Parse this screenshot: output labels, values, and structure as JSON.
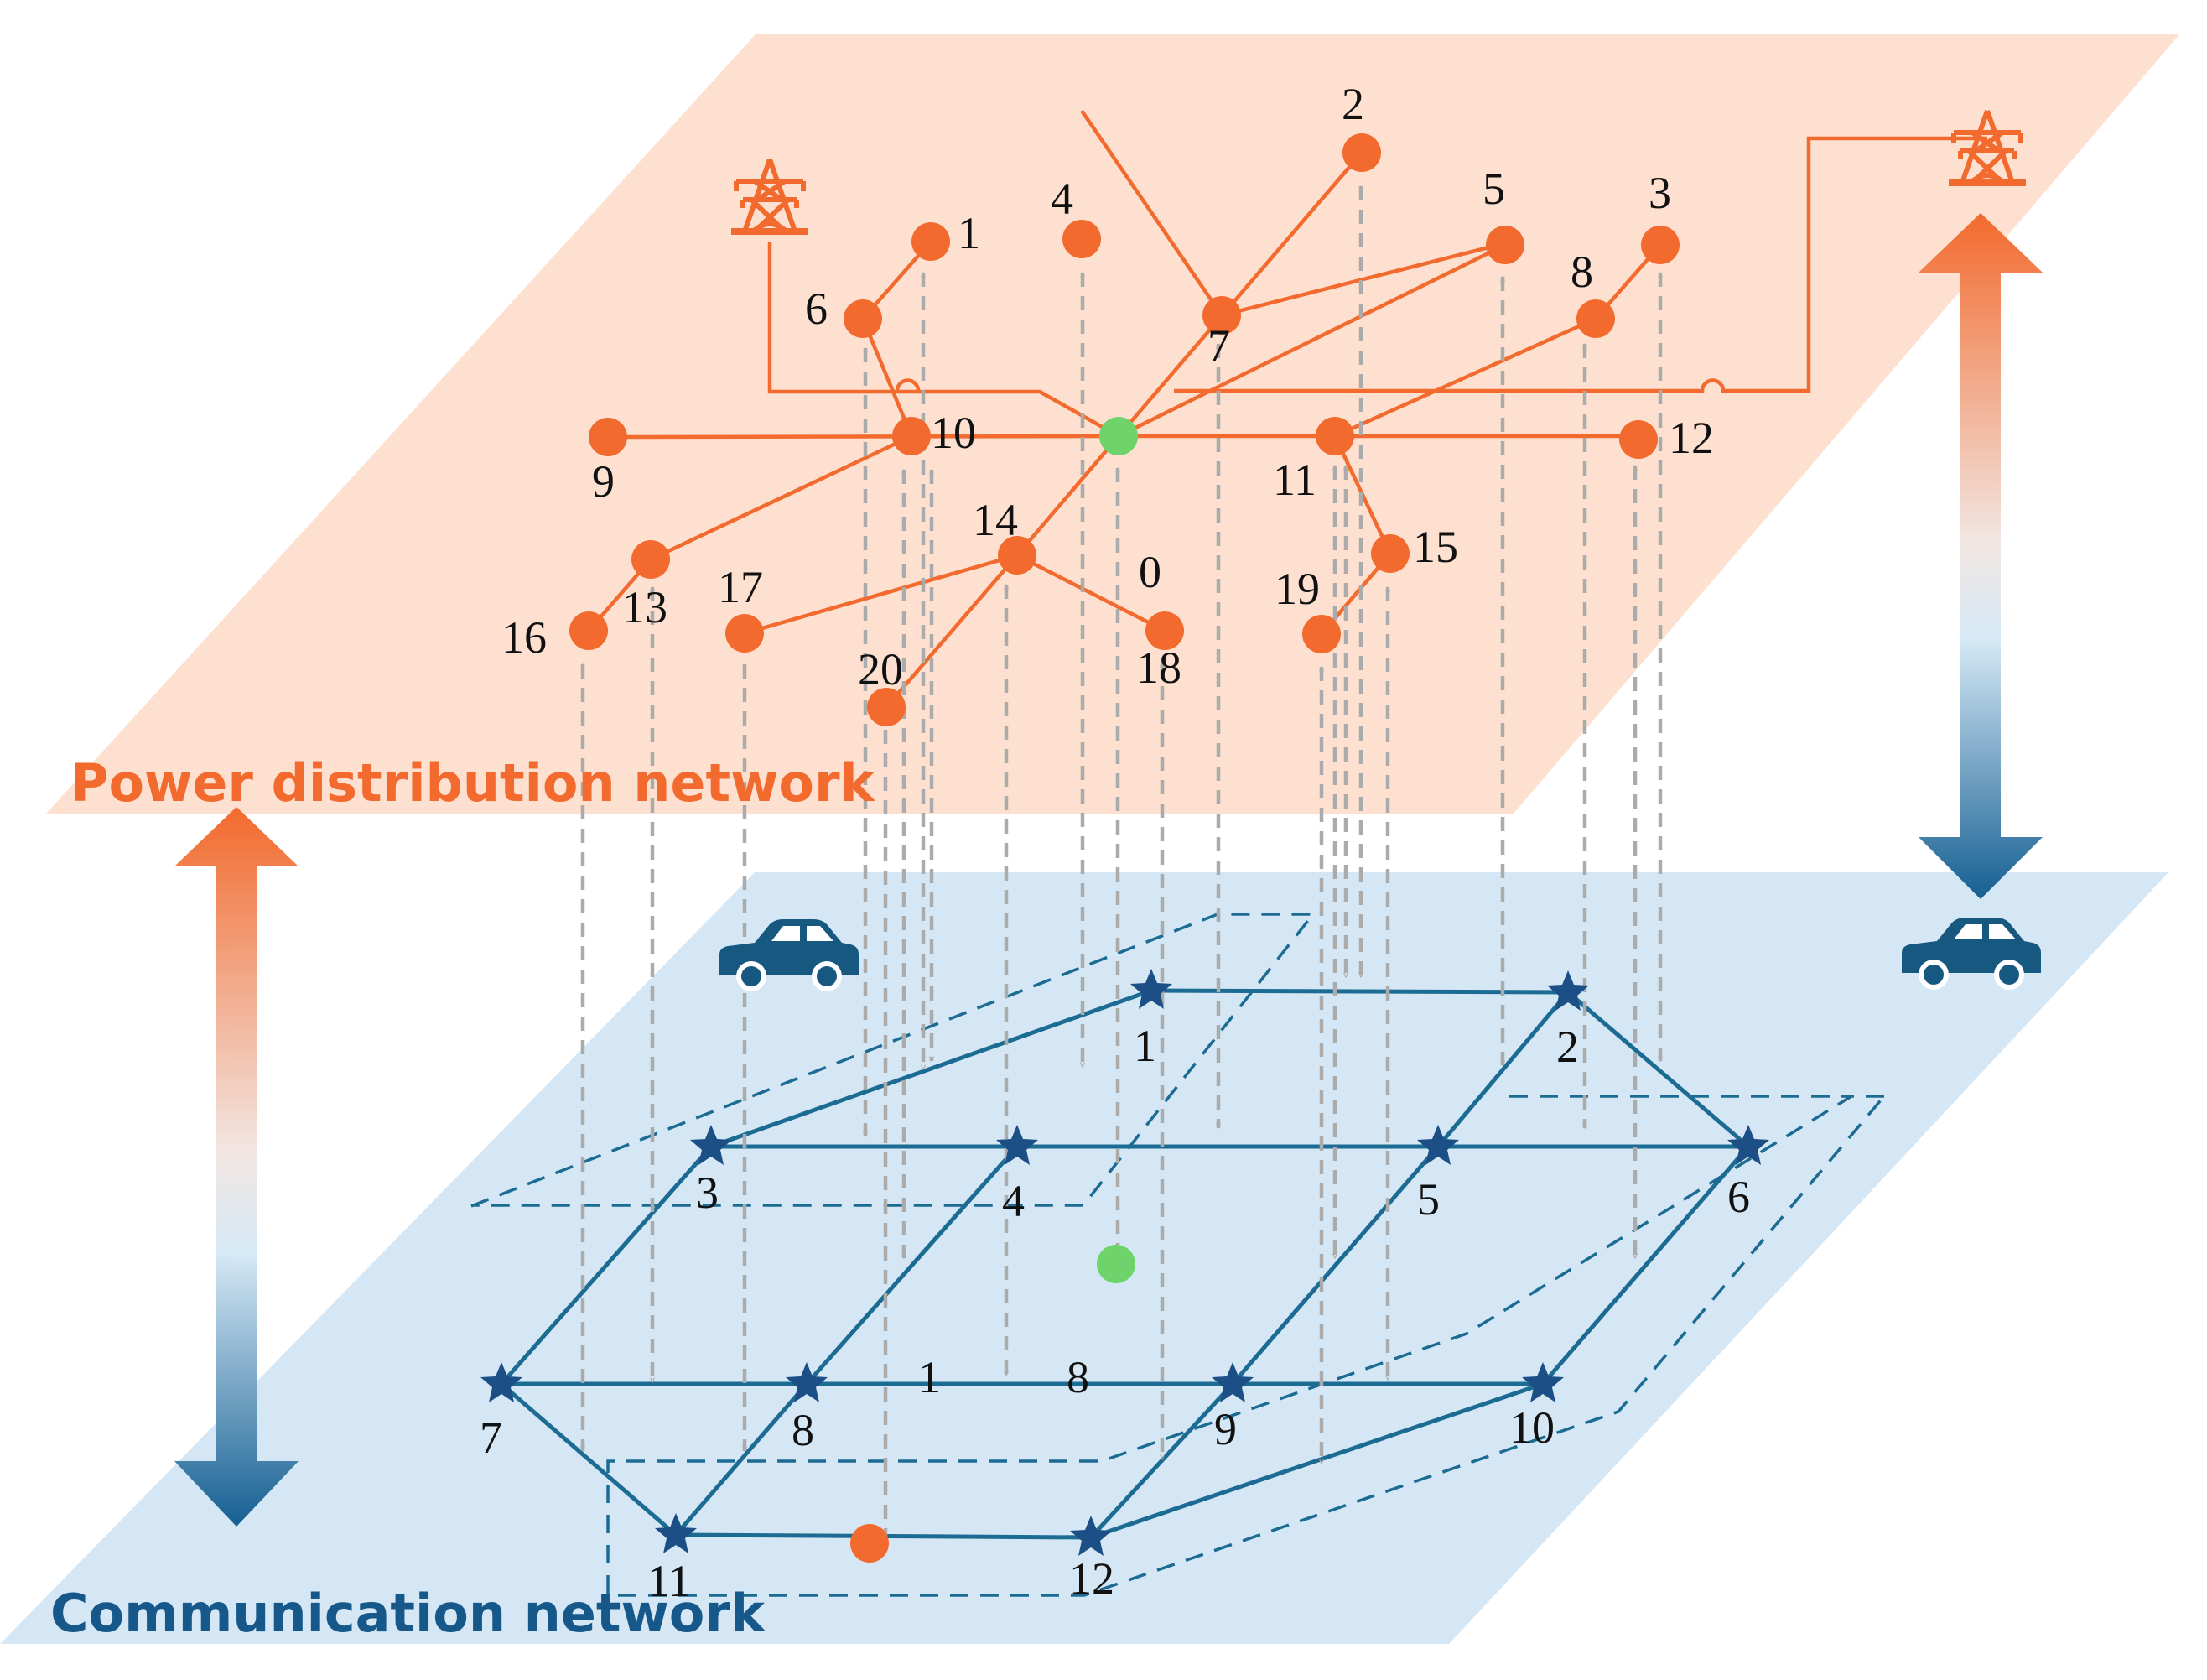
{
  "titles": {
    "power": "Power distribution network",
    "comm": "Communication network"
  },
  "colors": {
    "power_plane": "#fde0d0",
    "comm_plane": "#d5e7f5",
    "power_node": "#f26a2d",
    "comm_node": "#1c4f86",
    "center_node": "#6ed36a",
    "link": "#ababab"
  },
  "power_nodes": [
    "0",
    "1",
    "2",
    "3",
    "4",
    "5",
    "6",
    "7",
    "8",
    "9",
    "10",
    "11",
    "12",
    "13",
    "14",
    "15",
    "16",
    "17",
    "18",
    "19",
    "20"
  ],
  "comm_nodes": [
    "1",
    "2",
    "3",
    "4",
    "5",
    "6",
    "7",
    "8",
    "9",
    "10",
    "11",
    "12"
  ],
  "comm_edge_labels": [
    "1",
    "8"
  ],
  "icons": [
    "transmission-tower-icon",
    "transmission-tower-icon",
    "car-icon",
    "car-icon",
    "double-arrow-icon",
    "double-arrow-icon"
  ]
}
